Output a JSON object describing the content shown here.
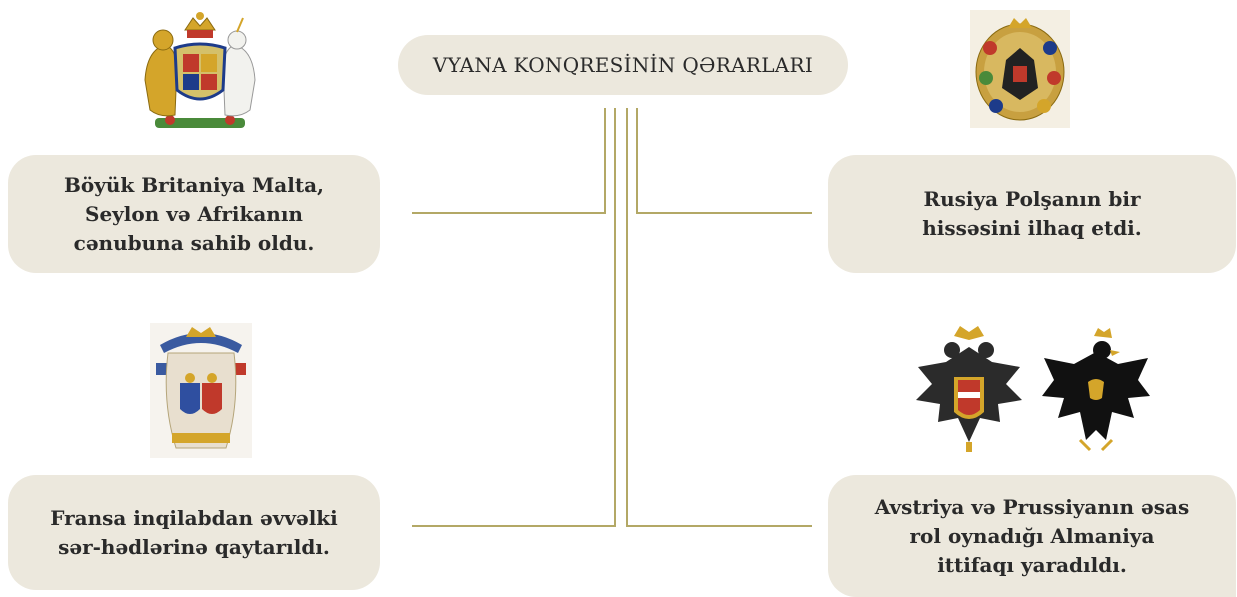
{
  "title": "VYANA KONQRESİNİN QƏRARLARI",
  "boxes": {
    "uk": "Böyük Britaniya Malta, Seylon və Afrikanın cənubuna sahib oldu.",
    "russia": "Rusiya Polşanın bir hissəsini ilhaq etdi.",
    "france": "Fransa inqilabdan əvvəlki sər-hədlərinə qaytarıldı.",
    "austria_prussia": "Avstriya və Prussiyanın əsas rol oynadığı Almaniya ittifaqı yaradıldı."
  },
  "colors": {
    "box_fill": "#ece8dd",
    "connector": "#b3a866"
  },
  "emblems": [
    "uk-coat-of-arms",
    "russia-coat-of-arms",
    "france-coat-of-arms",
    "austria-coat-of-arms",
    "prussia-coat-of-arms"
  ]
}
